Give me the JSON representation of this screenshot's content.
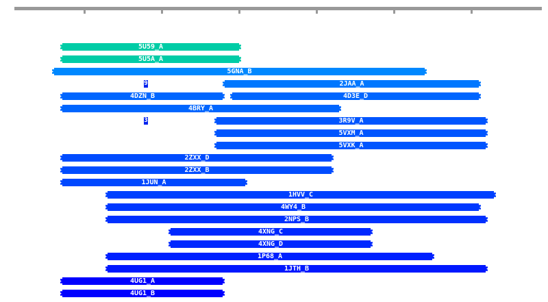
{
  "tracks": [
    {
      "label": "5U59_A",
      "color": "#00CCA6"
    },
    {
      "label": "5U5A_A",
      "color": "#00CCA6"
    },
    {
      "label": "5GNA_B",
      "color": "#0088FF"
    },
    {
      "label": "2JAA_A",
      "color": "#0077FF"
    },
    {
      "label": "4DZN_B",
      "color": "#0066FF"
    },
    {
      "label": "4D3E_D",
      "color": "#0066FF"
    },
    {
      "label": "4BRY_A",
      "color": "#0066FF"
    },
    {
      "label": "3R9V_A",
      "color": "#0055FF"
    },
    {
      "label": "5VXM_A",
      "color": "#0055FF"
    },
    {
      "label": "5VXK_A",
      "color": "#0055FF"
    },
    {
      "label": "2ZXX_D",
      "color": "#004CFF"
    },
    {
      "label": "2ZXX_B",
      "color": "#004CFF"
    },
    {
      "label": "1JUN_A",
      "color": "#0048FF"
    },
    {
      "label": "1HVV_C",
      "color": "#0040FF"
    },
    {
      "label": "4WY4_B",
      "color": "#0038FF"
    },
    {
      "label": "2NPS_B",
      "color": "#0030FF"
    },
    {
      "label": "4XNG_C",
      "color": "#0028FF"
    },
    {
      "label": "4XNG_D",
      "color": "#0028FF"
    },
    {
      "label": "1P68_A",
      "color": "#0020FF"
    },
    {
      "label": "1JTH_B",
      "color": "#0018FF"
    },
    {
      "label": "4UG1_A",
      "color": "#0000FF"
    },
    {
      "label": "4UG1_B",
      "color": "#0000FF"
    }
  ],
  "mini_segments": [
    {
      "label": "9",
      "color": "#0022EE"
    },
    {
      "label": "3",
      "color": "#0022EE"
    }
  ],
  "axis_color": "#999999"
}
